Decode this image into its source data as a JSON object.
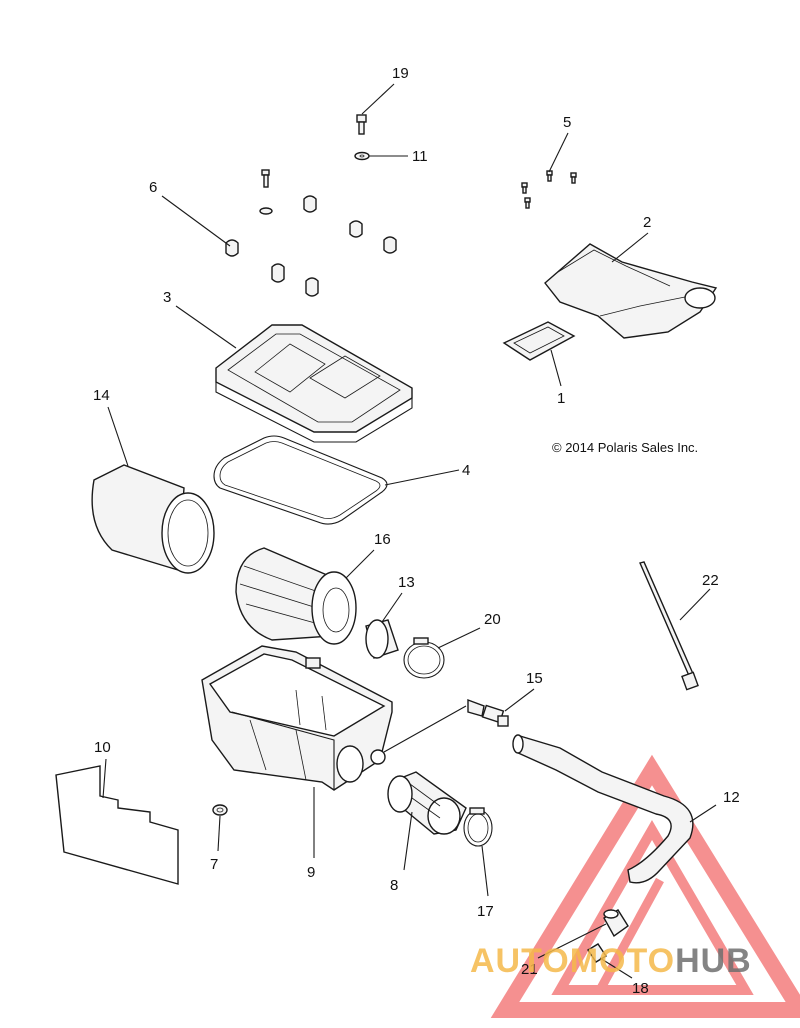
{
  "copyright": "© 2014 Polaris Sales Inc.",
  "watermark": {
    "part1": "AUTOMOTO",
    "part2": "HUB",
    "colors": {
      "accent": "#f26b6b",
      "orange": "#f5b94a",
      "gray": "#6f6f6f"
    },
    "icon": "triangle-logo-icon"
  },
  "callouts": [
    {
      "id": "1",
      "label": "1"
    },
    {
      "id": "2",
      "label": "2"
    },
    {
      "id": "3",
      "label": "3"
    },
    {
      "id": "4",
      "label": "4"
    },
    {
      "id": "5",
      "label": "5"
    },
    {
      "id": "6",
      "label": "6"
    },
    {
      "id": "7",
      "label": "7"
    },
    {
      "id": "8",
      "label": "8"
    },
    {
      "id": "9",
      "label": "9"
    },
    {
      "id": "10",
      "label": "10"
    },
    {
      "id": "11",
      "label": "11"
    },
    {
      "id": "12",
      "label": "12"
    },
    {
      "id": "13",
      "label": "13"
    },
    {
      "id": "14",
      "label": "14"
    },
    {
      "id": "15",
      "label": "15"
    },
    {
      "id": "16",
      "label": "16"
    },
    {
      "id": "17",
      "label": "17"
    },
    {
      "id": "18",
      "label": "18"
    },
    {
      "id": "19",
      "label": "19"
    },
    {
      "id": "20",
      "label": "20"
    },
    {
      "id": "21",
      "label": "21"
    },
    {
      "id": "22",
      "label": "22"
    }
  ]
}
